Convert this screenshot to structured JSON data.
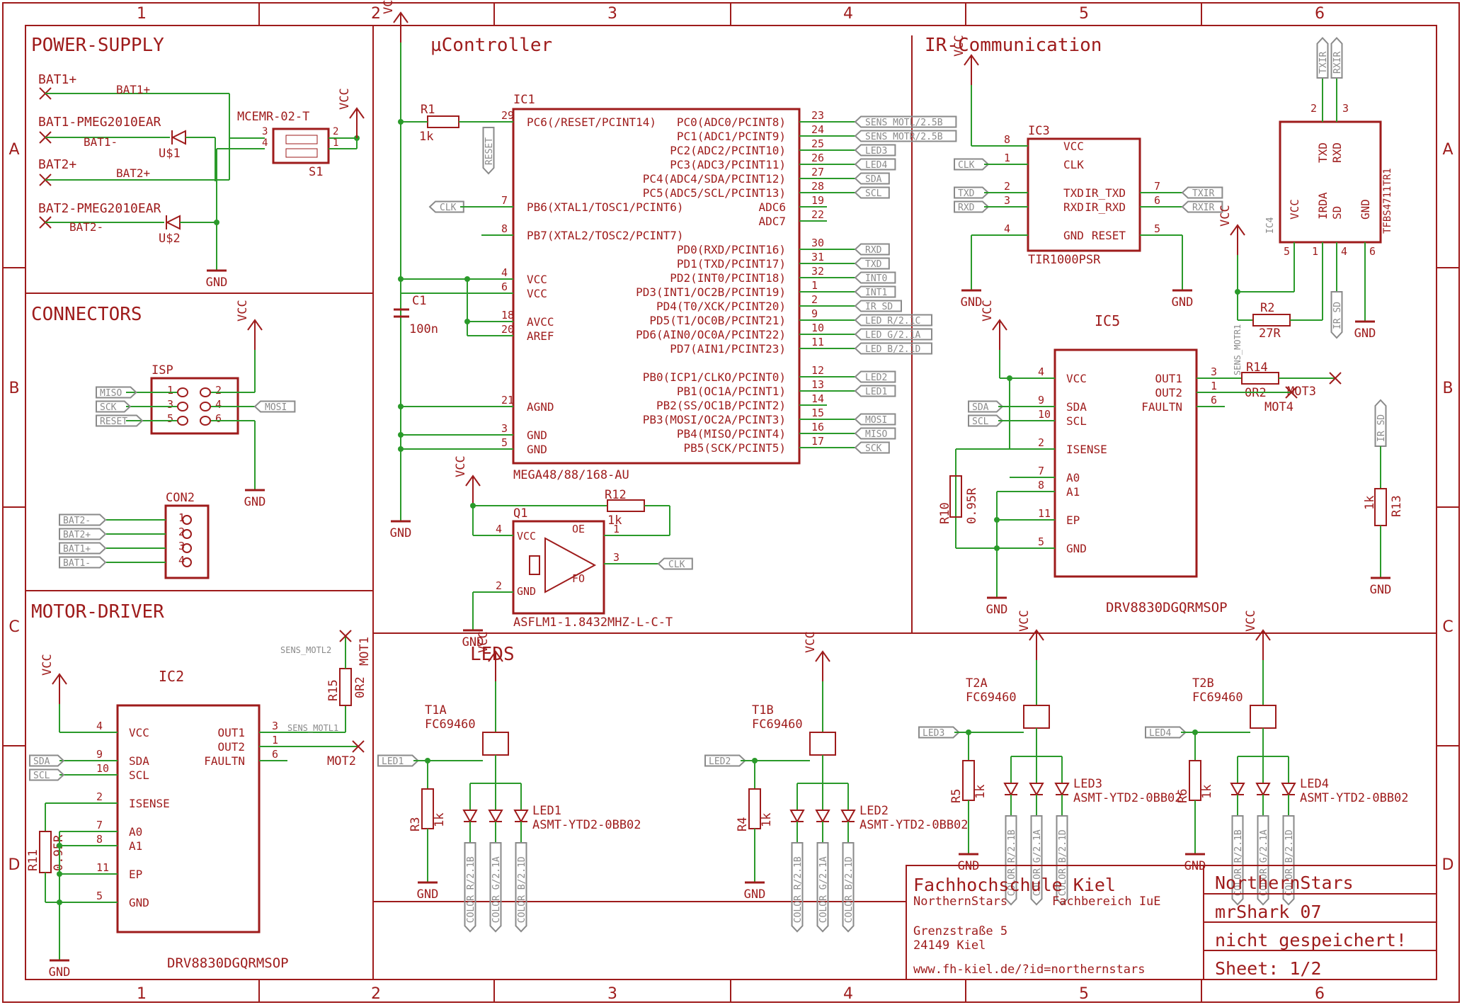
{
  "colors": {
    "frame": "#9e1b1b",
    "wire": "#2a9a2a",
    "label_gray": "#8a8a8a",
    "background": "#ffffff"
  },
  "columns": [
    "1",
    "2",
    "3",
    "4",
    "5",
    "6"
  ],
  "rows": [
    "A",
    "B",
    "C",
    "D"
  ],
  "sections": {
    "power_supply": "POWER-SUPPLY",
    "controller": "µController",
    "ir": "IR-Communication",
    "connectors": "CONNECTORS",
    "motor_driver": "MOTOR-DRIVER",
    "leds": "LEDS"
  },
  "power": {
    "bat1p": "BAT1+",
    "bat1p_net": "BAT1+",
    "bat1_diode": "BAT1-PMEG2010EAR",
    "bat1m_net": "BAT1-",
    "u1": "U$1",
    "bat2p": "BAT2+",
    "bat2p_net": "BAT2+",
    "bat2_diode": "BAT2-PMEG2010EAR",
    "bat2m_net": "BAT2-",
    "u2": "U$2",
    "switch_name": "MCEMR-02-T",
    "switch_ref": "S1",
    "gnd": "GND",
    "vcc": "VCC"
  },
  "mcu": {
    "ref": "IC1",
    "part": "MEGA48/88/168-AU",
    "r1": "R1",
    "r1_val": "1k",
    "c1": "C1",
    "c1_val": "100n",
    "gnd": "GND",
    "left_pins": [
      {
        "n": "29",
        "name": "PC6(/RESET/PCINT14)",
        "net": "RESET"
      },
      {
        "n": "7",
        "name": "PB6(XTAL1/TOSC1/PCINT6)",
        "net": "CLK"
      },
      {
        "n": "8",
        "name": "PB7(XTAL2/TOSC2/PCINT7)",
        "net": ""
      },
      {
        "n": "4",
        "name": "VCC",
        "net": ""
      },
      {
        "n": "6",
        "name": "VCC",
        "net": ""
      },
      {
        "n": "18",
        "name": "AVCC",
        "net": ""
      },
      {
        "n": "20",
        "name": "AREF",
        "net": ""
      },
      {
        "n": "21",
        "name": "AGND",
        "net": ""
      },
      {
        "n": "3",
        "name": "GND",
        "net": ""
      },
      {
        "n": "5",
        "name": "GND",
        "net": ""
      }
    ],
    "right_pins": [
      {
        "n": "23",
        "name": "PC0(ADC0/PCINT8)",
        "net": "SENS_MOTL/2.5B"
      },
      {
        "n": "24",
        "name": "PC1(ADC1/PCINT9)",
        "net": "SENS_MOTR/2.5B"
      },
      {
        "n": "25",
        "name": "PC2(ADC2/PCINT10)",
        "net": "LED3"
      },
      {
        "n": "26",
        "name": "PC3(ADC3/PCINT11)",
        "net": "LED4"
      },
      {
        "n": "27",
        "name": "PC4(ADC4/SDA/PCINT12)",
        "net": "SDA"
      },
      {
        "n": "28",
        "name": "PC5(ADC5/SCL/PCINT13)",
        "net": "SCL"
      },
      {
        "n": "19",
        "name": "ADC6",
        "net": ""
      },
      {
        "n": "22",
        "name": "ADC7",
        "net": ""
      },
      {
        "n": "30",
        "name": "PD0(RXD/PCINT16)",
        "net": "RXD"
      },
      {
        "n": "31",
        "name": "PD1(TXD/PCINT17)",
        "net": "TXD"
      },
      {
        "n": "32",
        "name": "PD2(INT0/PCINT18)",
        "net": "INT0"
      },
      {
        "n": "1",
        "name": "PD3(INT1/OC2B/PCINT19)",
        "net": "INT1"
      },
      {
        "n": "2",
        "name": "PD4(T0/XCK/PCINT20)",
        "net": "IR_SD"
      },
      {
        "n": "9",
        "name": "PD5(T1/OC0B/PCINT21)",
        "net": "LED_R/2.1C"
      },
      {
        "n": "10",
        "name": "PD6(AIN0/OC0A/PCINT22)",
        "net": "LED_G/2.1A"
      },
      {
        "n": "11",
        "name": "PD7(AIN1/PCINT23)",
        "net": "LED_B/2.1D"
      },
      {
        "n": "12",
        "name": "PB0(ICP1/CLKO/PCINT0)",
        "net": "LED2"
      },
      {
        "n": "13",
        "name": "PB1(OC1A/PCINT1)",
        "net": "LED1"
      },
      {
        "n": "14",
        "name": "PB2(SS/OC1B/PCINT2)",
        "net": ""
      },
      {
        "n": "15",
        "name": "PB3(MOSI/OC2A/PCINT3)",
        "net": "MOSI"
      },
      {
        "n": "16",
        "name": "PB4(MISO/PCINT4)",
        "net": "MISO"
      },
      {
        "n": "17",
        "name": "PB5(SCK/PCINT5)",
        "net": "SCK"
      }
    ]
  },
  "osc": {
    "ref": "Q1",
    "part": "ASFLM1-1.8432MHZ-L-C-T",
    "vcc": "VCC",
    "gnd": "GND",
    "r12": "R12",
    "r12_val": "1k",
    "pin_vcc": "VCC",
    "pin_gnd": "GND",
    "pin_oe": "OE",
    "pin_fo": "FO",
    "n4": "4",
    "n2": "2",
    "n1": "1",
    "n3": "3",
    "clk": "CLK"
  },
  "ir": {
    "ic3": "IC3",
    "ic3_part": "TIR1000PSR",
    "vcc": "VCC",
    "gnd": "GND",
    "ic3_pins": [
      {
        "n": "8",
        "name": "VCC"
      },
      {
        "n": "1",
        "name": "CLK"
      },
      {
        "n": "2",
        "name": "TXD"
      },
      {
        "n": "3",
        "name": "RXD"
      },
      {
        "n": "4",
        "name": "GND"
      },
      {
        "n": "7",
        "name": "IR_TXD"
      },
      {
        "n": "6",
        "name": "IR_RXD"
      },
      {
        "n": "5",
        "name": "RESET"
      }
    ],
    "net_clk": "CLK",
    "net_txd": "TXD",
    "net_rxd": "RXD",
    "net_txir": "TXIR",
    "net_rxir": "RXIR",
    "ic4": "IC4",
    "ic4_part": "TFBS4711TR1",
    "ic4_pins": [
      {
        "n": "2",
        "name": "TXD"
      },
      {
        "n": "3",
        "name": "RXD"
      },
      {
        "n": "5",
        "name": "VCC"
      },
      {
        "n": "1",
        "name": "IRDA"
      },
      {
        "n": "4",
        "name": "SD"
      },
      {
        "n": "6",
        "name": "GND"
      }
    ],
    "r2": "R2",
    "r2_val": "27R",
    "ir_sd": "IR_SD",
    "r13": "R13",
    "r13_val": "1k"
  },
  "ic5": {
    "ref": "IC5",
    "part": "DRV8830DGQRMSOP",
    "vcc": "VCC",
    "gnd": "GND",
    "left_pins": [
      {
        "n": "4",
        "name": "VCC"
      },
      {
        "n": "9",
        "name": "SDA"
      },
      {
        "n": "10",
        "name": "SCL"
      },
      {
        "n": "2",
        "name": "ISENSE"
      },
      {
        "n": "7",
        "name": "A0"
      },
      {
        "n": "8",
        "name": "A1"
      },
      {
        "n": "11",
        "name": "EP"
      },
      {
        "n": "5",
        "name": "GND"
      }
    ],
    "right_pins": [
      {
        "n": "3",
        "name": "OUT1"
      },
      {
        "n": "1",
        "name": "OUT2"
      },
      {
        "n": "6",
        "name": "FAULTN"
      }
    ],
    "r10": "R10",
    "r10_val": "0.95R",
    "r14": "R14",
    "r14_val": "0R2",
    "sens": "SENS_MOTR1",
    "mot3": "MOT3",
    "mot4": "MOT4",
    "sda": "SDA",
    "scl": "SCL"
  },
  "connectors": {
    "isp": "ISP",
    "vcc": "VCC",
    "gnd": "GND",
    "isp_left": [
      "MISO",
      "SCK",
      "RESET"
    ],
    "isp_right": "MOSI",
    "isp_nums": [
      "1",
      "2",
      "3",
      "4",
      "5",
      "6"
    ],
    "con2": "CON2",
    "con2_nets": [
      "BAT2-",
      "BAT2+",
      "BAT1+",
      "BAT1-"
    ],
    "con2_nums": [
      "1",
      "2",
      "3",
      "4"
    ]
  },
  "ic2": {
    "ref": "IC2",
    "part": "DRV8830DGQRMSOP",
    "vcc": "VCC",
    "gnd": "GND",
    "left_pins": [
      {
        "n": "4",
        "name": "VCC"
      },
      {
        "n": "9",
        "name": "SDA"
      },
      {
        "n": "10",
        "name": "SCL"
      },
      {
        "n": "2",
        "name": "ISENSE"
      },
      {
        "n": "7",
        "name": "A0"
      },
      {
        "n": "8",
        "name": "A1"
      },
      {
        "n": "11",
        "name": "EP"
      },
      {
        "n": "5",
        "name": "GND"
      }
    ],
    "right_pins": [
      {
        "n": "3",
        "name": "OUT1"
      },
      {
        "n": "1",
        "name": "OUT2"
      },
      {
        "n": "6",
        "name": "FAULTN"
      }
    ],
    "r11": "R11",
    "r11_val": "0.95R",
    "r15": "R15",
    "r15_val": "0R2",
    "sens": "SENS_MOTL2",
    "sens2": "SENS_MOTL1",
    "mot1": "MOT1",
    "mot2": "MOT2",
    "sda": "SDA",
    "scl": "SCL"
  },
  "leds": [
    {
      "t": "T1A",
      "tp": "FC69460",
      "in": "LED1",
      "r": "R3",
      "rv": "1k",
      "led": "LED1",
      "lp": "ASMT-YTD2-0BB02",
      "vcc": "VCC",
      "gnd": "GND",
      "c": [
        "COLOR_R/2.1B",
        "COLOR_G/2.1A",
        "COLOR_B/2.1D"
      ]
    },
    {
      "t": "T1B",
      "tp": "FC69460",
      "in": "LED2",
      "r": "R4",
      "rv": "1k",
      "led": "LED2",
      "lp": "ASMT-YTD2-0BB02",
      "vcc": "VCC",
      "gnd": "GND",
      "c": [
        "COLOR_R/2.1B",
        "COLOR_G/2.1A",
        "COLOR_B/2.1D"
      ]
    },
    {
      "t": "T2A",
      "tp": "FC69460",
      "in": "LED3",
      "r": "R5",
      "rv": "1k",
      "led": "LED3",
      "lp": "ASMT-YTD2-0BB02",
      "vcc": "VCC",
      "gnd": "GND",
      "c": [
        "COLOR_R/2.1B",
        "COLOR_G/2.1A",
        "COLOR_B/2.1D"
      ]
    },
    {
      "t": "T2B",
      "tp": "FC69460",
      "in": "LED4",
      "r": "R6",
      "rv": "1k",
      "led": "LED4",
      "lp": "ASMT-YTD2-0BB02",
      "vcc": "VCC",
      "gnd": "GND",
      "c": [
        "COLOR_R/2.1B",
        "COLOR_G/2.1A",
        "COLOR_B/2.1D"
      ]
    }
  ],
  "title_block": {
    "school": "Fachhochschule Kiel",
    "team": "NorthernStars",
    "dept": "Fachbereich IuE",
    "street": "Grenzstraße 5",
    "city": "24149 Kiel",
    "url": "www.fh-kiel.de/?id=northernstars",
    "project": "NorthernStars",
    "name": "mrShark 07",
    "status": "nicht gespeichert!",
    "sheet": "Sheet: 1/2"
  }
}
